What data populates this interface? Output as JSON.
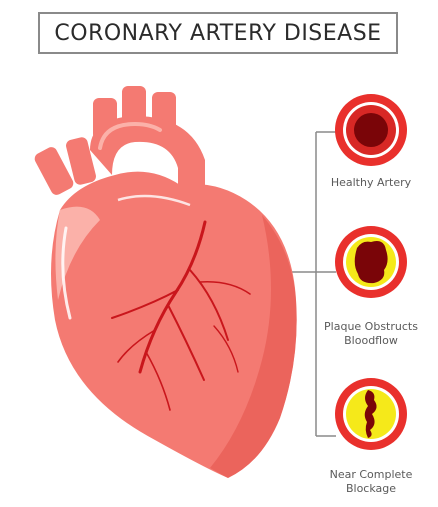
{
  "title": "CORONARY ARTERY DISEASE",
  "stages": [
    {
      "label_line1": "Healthy Artery",
      "label_line2": ""
    },
    {
      "label_line1": "Plaque Obstructs",
      "label_line2": "Bloodflow"
    },
    {
      "label_line1": "Near Complete",
      "label_line2": "Blockage"
    }
  ],
  "colors": {
    "heart_main": "#f47a72",
    "heart_light": "#fbb1a9",
    "heart_dark": "#e3524b",
    "artery_red": "#c9161c",
    "plaque_yellow": "#f5e91a",
    "ring_red": "#e9302c",
    "connector_gray": "#8a8a8a"
  }
}
